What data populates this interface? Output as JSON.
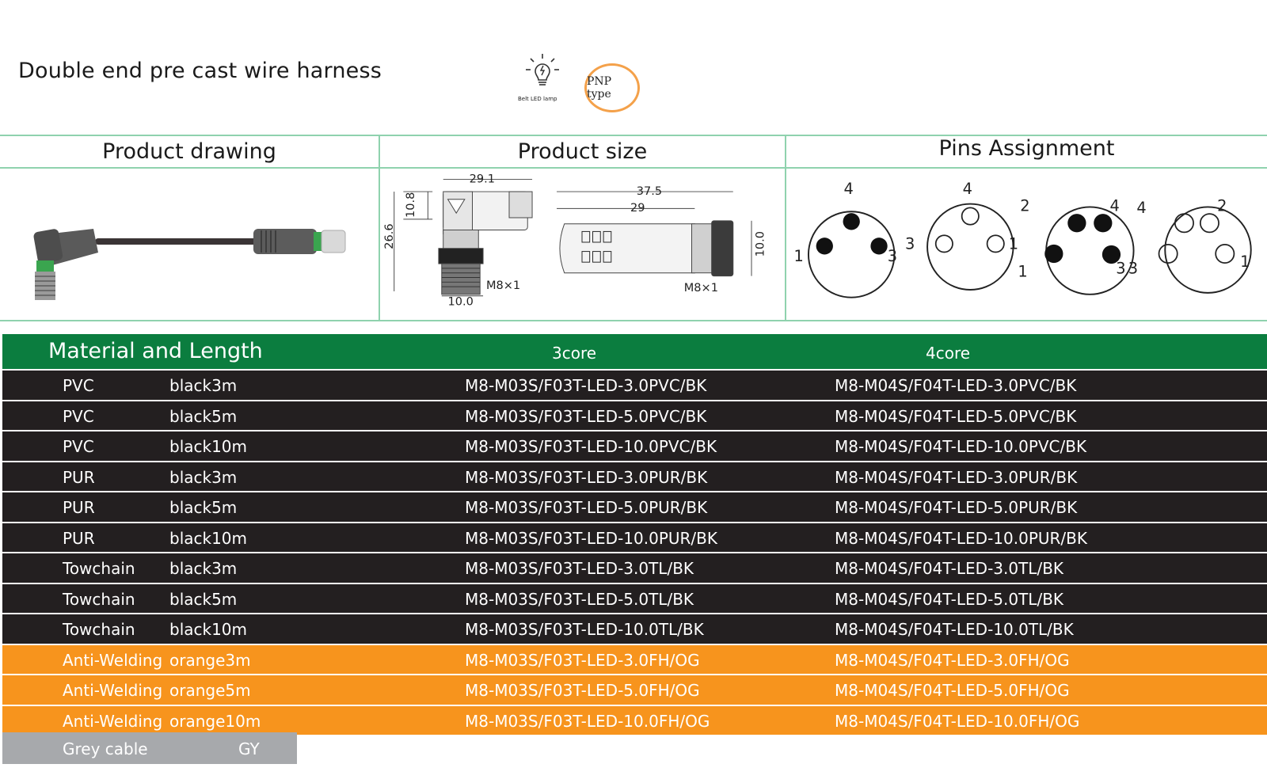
{
  "header": {
    "title": "Double end pre cast wire harness",
    "lamp_caption": "Belt LED lamp",
    "badge": "PNP type"
  },
  "sections": {
    "drawing": "Product drawing",
    "size": "Product size",
    "pins": "Pins Assignment"
  },
  "dimensions": {
    "d29_1": "29.1",
    "d10_8": "10.8",
    "d26_6": "26.6",
    "thread_a": "M8×1",
    "d10_0a": "10.0",
    "d37_5": "37.5",
    "d29": "29",
    "d10_0b": "10.0",
    "thread_b": "M8×1"
  },
  "pins": {
    "male3": {
      "top": "4",
      "left": "1",
      "right": "3"
    },
    "female3": {
      "top": "4",
      "left": "3",
      "right": "1"
    },
    "male4": {
      "tl": "2",
      "tr": "4",
      "bl": "1",
      "br": "3"
    },
    "female4": {
      "tl": "4",
      "tr": "2",
      "bl": "3",
      "br": "1"
    }
  },
  "table": {
    "head": {
      "material": "Material and Length",
      "core3": "3core",
      "core4": "4core"
    },
    "rows": [
      {
        "material": "PVC",
        "color": "black3m",
        "p3": "M8-M03S/F03T-LED-3.0PVC/BK",
        "p4": "M8-M04S/F04T-LED-3.0PVC/BK"
      },
      {
        "material": "PVC",
        "color": "black5m",
        "p3": "M8-M03S/F03T-LED-5.0PVC/BK",
        "p4": "M8-M04S/F04T-LED-5.0PVC/BK"
      },
      {
        "material": "PVC",
        "color": "black10m",
        "p3": "M8-M03S/F03T-LED-10.0PVC/BK",
        "p4": "M8-M04S/F04T-LED-10.0PVC/BK"
      },
      {
        "material": "PUR",
        "color": "black3m",
        "p3": "M8-M03S/F03T-LED-3.0PUR/BK",
        "p4": "M8-M04S/F04T-LED-3.0PUR/BK"
      },
      {
        "material": "PUR",
        "color": "black5m",
        "p3": "M8-M03S/F03T-LED-5.0PUR/BK",
        "p4": "M8-M04S/F04T-LED-5.0PUR/BK"
      },
      {
        "material": "PUR",
        "color": "black10m",
        "p3": "M8-M03S/F03T-LED-10.0PUR/BK",
        "p4": "M8-M04S/F04T-LED-10.0PUR/BK"
      },
      {
        "material": "Towchain",
        "color": "black3m",
        "p3": "M8-M03S/F03T-LED-3.0TL/BK",
        "p4": "M8-M04S/F04T-LED-3.0TL/BK"
      },
      {
        "material": "Towchain",
        "color": "black5m",
        "p3": "M8-M03S/F03T-LED-5.0TL/BK",
        "p4": "M8-M04S/F04T-LED-5.0TL/BK"
      },
      {
        "material": "Towchain",
        "color": "black10m",
        "p3": "M8-M03S/F03T-LED-10.0TL/BK",
        "p4": "M8-M04S/F04T-LED-10.0TL/BK"
      },
      {
        "material": "Anti-Welding",
        "color": "orange3m",
        "p3": "M8-M03S/F03T-LED-3.0FH/OG",
        "p4": "M8-M04S/F04T-LED-3.0FH/OG"
      },
      {
        "material": "Anti-Welding",
        "color": "orange5m",
        "p3": "M8-M03S/F03T-LED-5.0FH/OG",
        "p4": "M8-M04S/F04T-LED-5.0FH/OG"
      },
      {
        "material": "Anti-Welding",
        "color": "orange10m",
        "p3": "M8-M03S/F03T-LED-10.0FH/OG",
        "p4": "M8-M04S/F04T-LED-10.0FH/OG"
      }
    ],
    "grey": {
      "label": "Grey cable",
      "code": "GY"
    }
  },
  "colors": {
    "green": "#0b7d3f",
    "dark": "#231f20",
    "orange": "#f7941d",
    "grey": "#a7a9ac",
    "accent_line": "#8fd2ae",
    "badge_ring": "#f4a14a"
  }
}
